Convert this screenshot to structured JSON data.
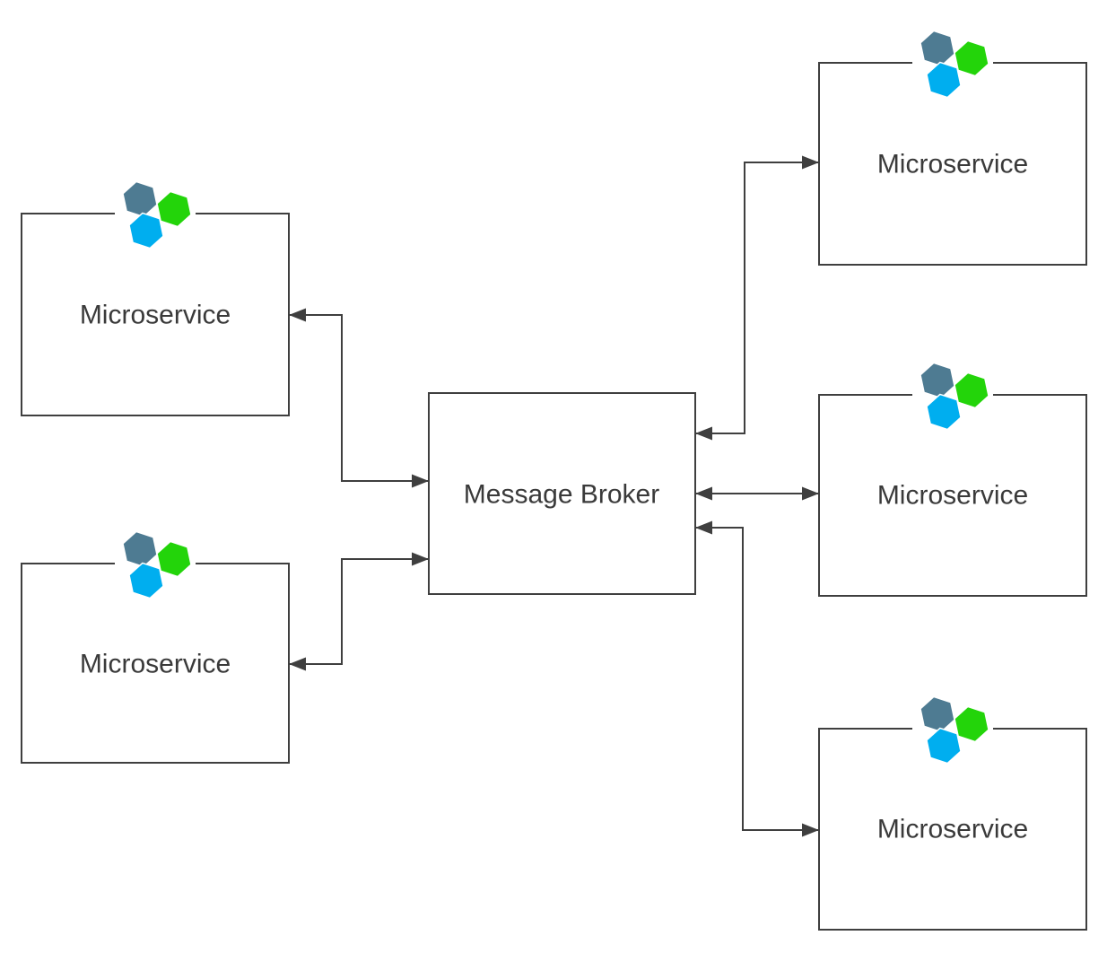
{
  "diagram": {
    "type": "microservices-message-broker-architecture",
    "broker": {
      "label": "Message Broker"
    },
    "microservices": [
      {
        "position": "left-top",
        "label": "Microservice"
      },
      {
        "position": "left-bottom",
        "label": "Microservice"
      },
      {
        "position": "right-top",
        "label": "Microservice"
      },
      {
        "position": "right-middle",
        "label": "Microservice"
      },
      {
        "position": "right-bottom",
        "label": "Microservice"
      }
    ],
    "icon": {
      "name": "hexagon-cluster-icon"
    },
    "colors": {
      "background": "#ffffff",
      "line": "#3f3f3f",
      "text": "#3a3a3a",
      "hexagon_slate": "#4e7b92",
      "hexagon_green": "#23d40a",
      "hexagon_cyan": "#00aeef"
    }
  }
}
